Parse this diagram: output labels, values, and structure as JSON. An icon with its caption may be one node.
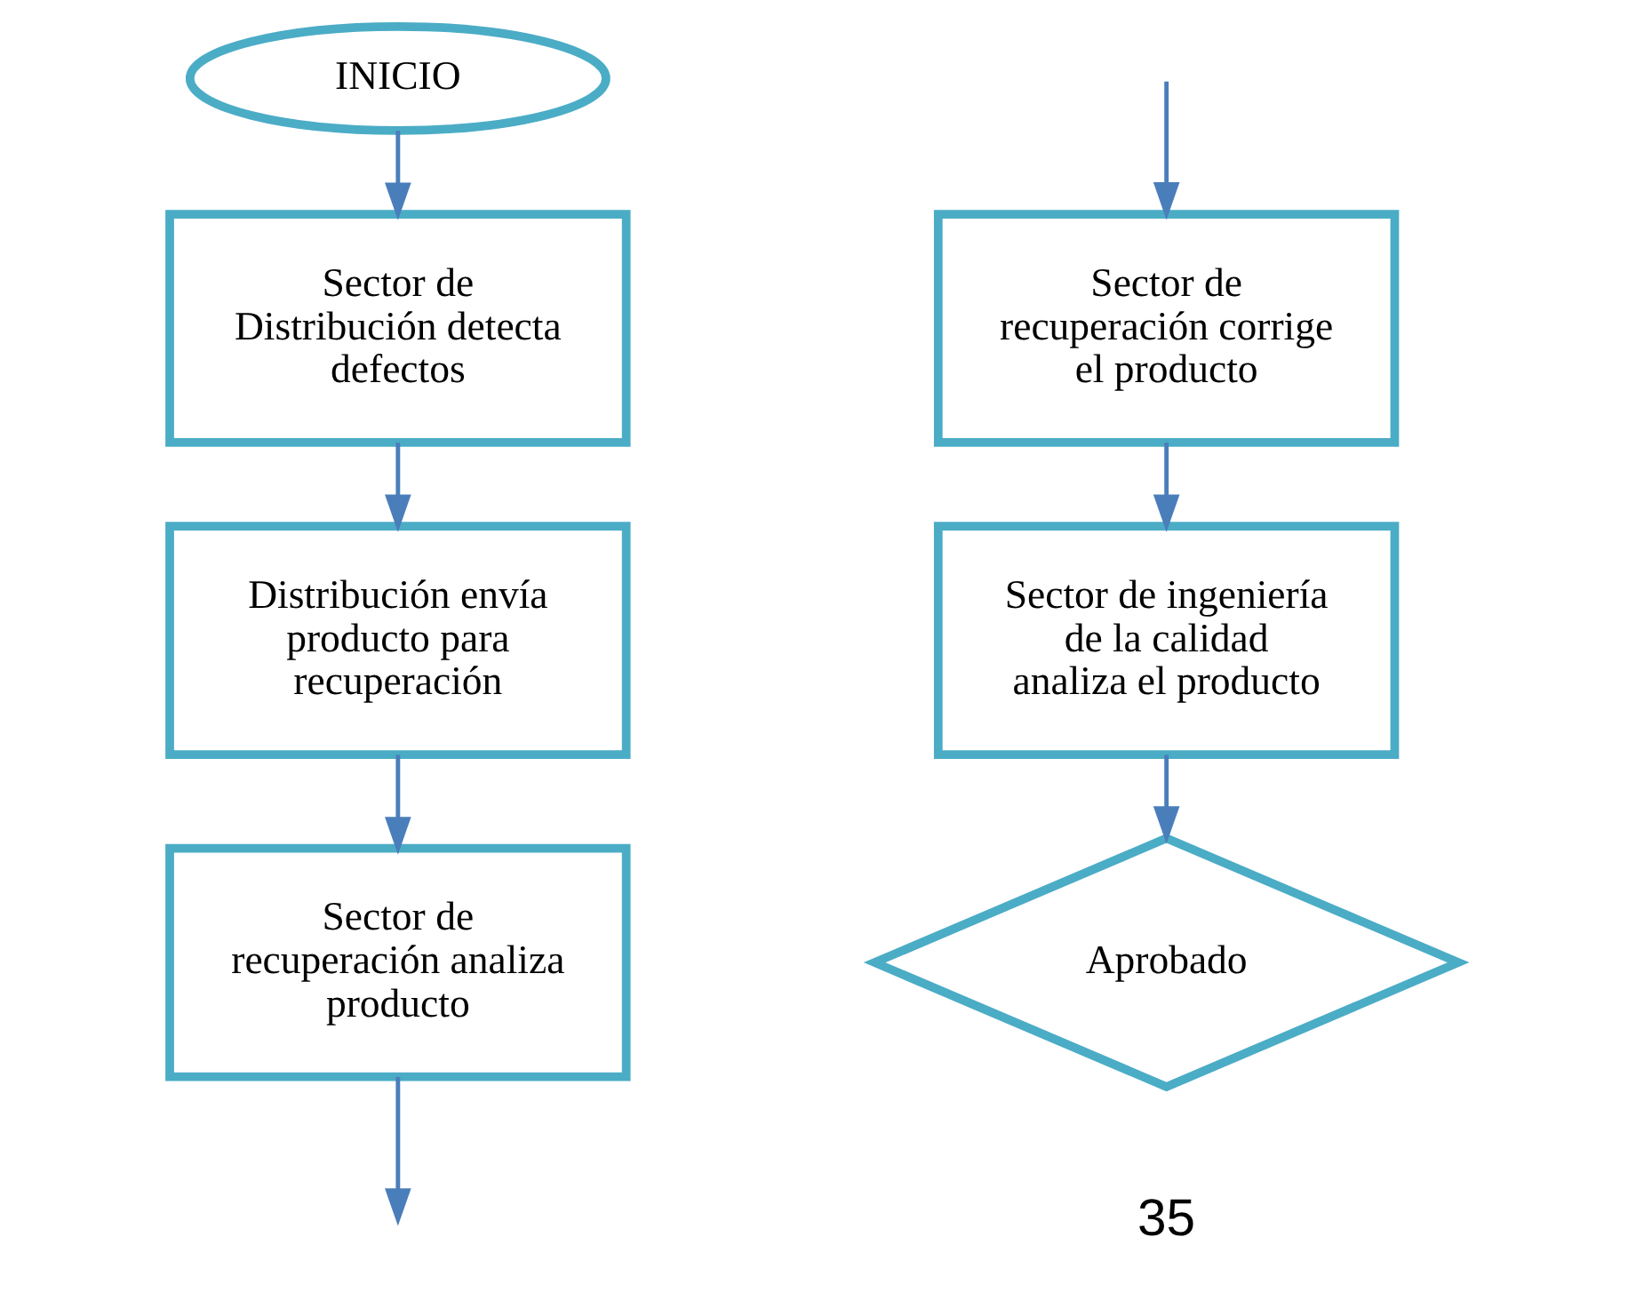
{
  "diagram": {
    "nodes": [
      {
        "text": [
          "INICIO"
        ]
      },
      {
        "text": [
          "Sector de Distribución detecta defectos"
        ]
      },
      {
        "text": [
          "Distribución envía producto para recuperación"
        ]
      },
      {
        "text": [
          "Sector de recuperación analiza producto"
        ]
      },
      {
        "text": [
          "Sector de recuperación corrige el producto"
        ]
      },
      {
        "text": [
          "Sector de ingeniería de la calidad analiza el producto"
        ]
      },
      {
        "text": [
          "Aprobado"
        ]
      }
    ],
    "edges": [
      {
        "from": 0,
        "to": 1,
        "arrow": "to"
      },
      {
        "from": 1,
        "to": 2,
        "arrow": "to"
      },
      {
        "from": 2,
        "to": 3,
        "arrow": "to"
      },
      {
        "from": 3,
        "to": null,
        "arrow": "to"
      },
      {
        "from": null,
        "to": 4,
        "arrow": "to"
      },
      {
        "from": 4,
        "to": 5,
        "arrow": "to"
      },
      {
        "from": 5,
        "to": 6,
        "arrow": "to"
      }
    ],
    "labels": [
      "35"
    ]
  }
}
